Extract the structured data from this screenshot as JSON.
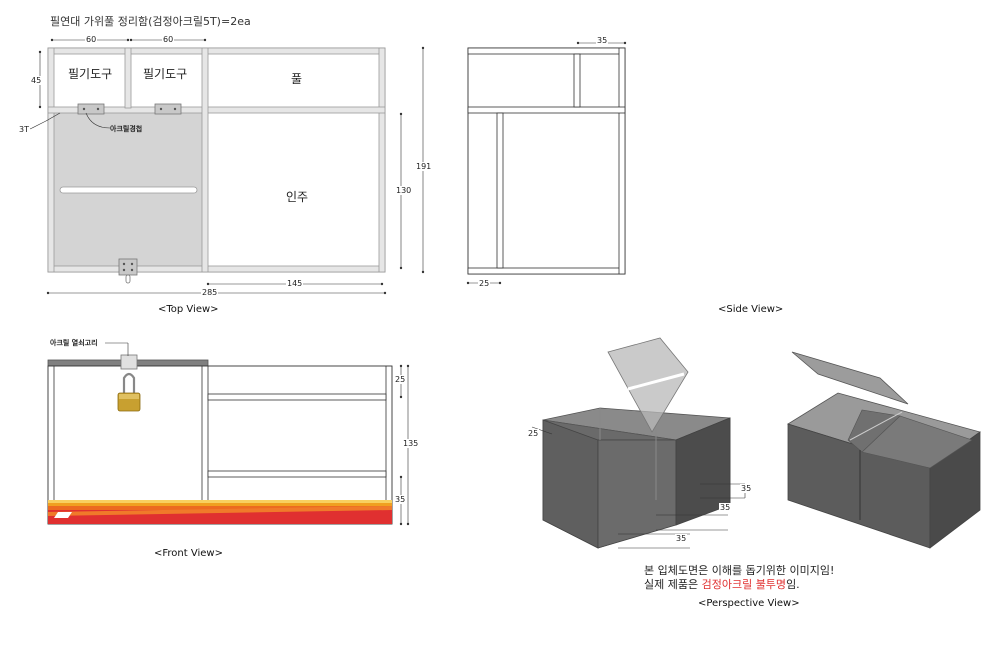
{
  "title": "필연대 가위풀 정리함(검정아크릴5T)=2ea",
  "top_view": {
    "caption": "<Top View>",
    "compartments": [
      "필기도구",
      "필기도구",
      "풀",
      "인주"
    ],
    "dims": {
      "w1": "60",
      "w2": "60",
      "h1": "45",
      "thk": "3T",
      "h2": "130",
      "h_total": "191",
      "w3": "145",
      "w_total": "285"
    },
    "hinge_label": "아크릴경첩"
  },
  "side_view": {
    "caption": "<Side View>",
    "dims": {
      "top": "35",
      "bottom": "25"
    }
  },
  "front_view": {
    "caption": "<Front View>",
    "latch_label": "아크릴 열쇠고리",
    "dims": {
      "d1": "25",
      "d2": "135",
      "d3": "35"
    }
  },
  "perspective_view": {
    "caption": "<Perspective View>",
    "dims": {
      "left": "25",
      "a": "35",
      "b": "35",
      "c": "35"
    },
    "note_line1": "본 입체도면은 이해를 돕기위한 이미지임!",
    "note_line2_prefix": "실제 제품은 ",
    "note_line2_red": "검정아크릴 불투명",
    "note_line2_suffix": "임."
  },
  "colors": {
    "frame": "#e6e6e6",
    "frame_edge": "#9a9a9a",
    "lid": "#d4d4d4",
    "box_dark": "#5a5a5a",
    "accent_red": "#e03030",
    "stripe_orange": "#f0a020"
  }
}
